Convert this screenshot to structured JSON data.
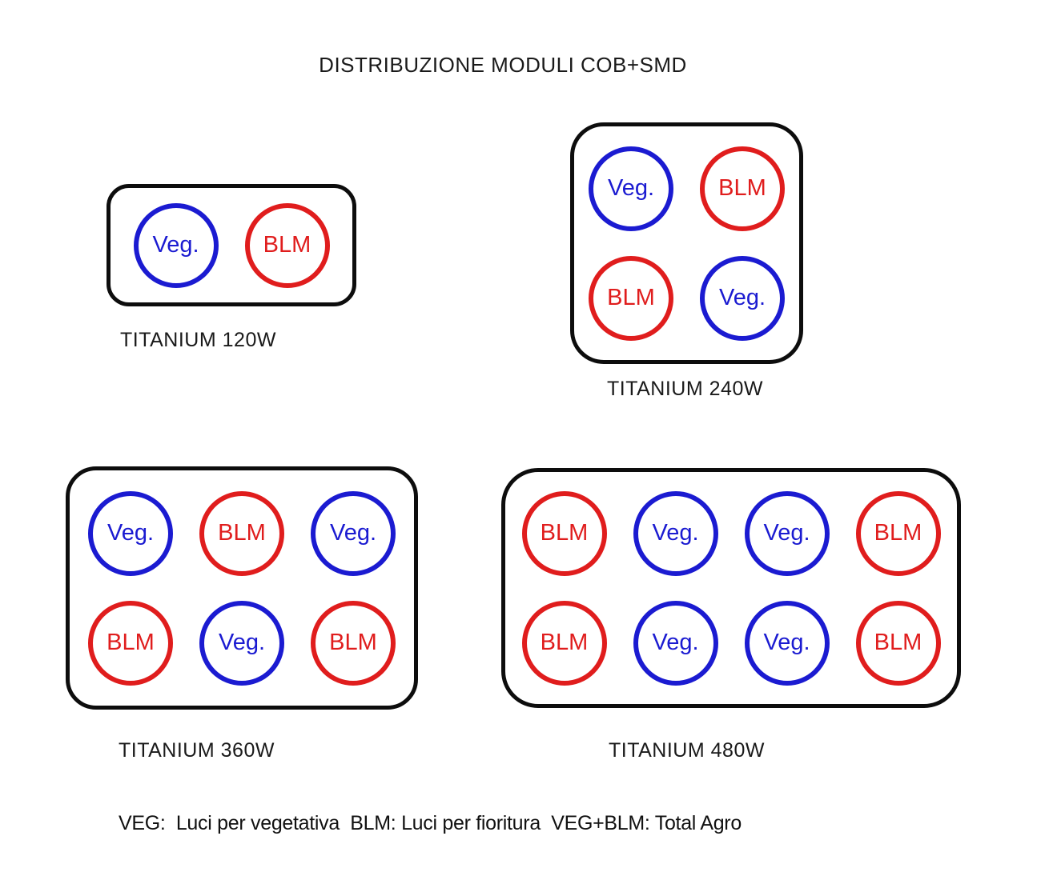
{
  "title": "DISTRIBUZIONE MODULI COB+SMD",
  "types": {
    "veg": {
      "label": "Veg.",
      "color": "#1b1bd1"
    },
    "blm": {
      "label": "BLM",
      "color": "#e01d1d"
    }
  },
  "modules": [
    {
      "id": "120w",
      "label": "TITANIUM 120W",
      "rows": [
        [
          "veg",
          "blm"
        ]
      ]
    },
    {
      "id": "240w",
      "label": "TITANIUM 240W",
      "rows": [
        [
          "veg",
          "blm"
        ],
        [
          "blm",
          "veg"
        ]
      ]
    },
    {
      "id": "360w",
      "label": "TITANIUM 360W",
      "rows": [
        [
          "veg",
          "blm",
          "veg"
        ],
        [
          "blm",
          "veg",
          "blm"
        ]
      ]
    },
    {
      "id": "480w",
      "label": "TITANIUM 480W",
      "rows": [
        [
          "blm",
          "veg",
          "veg",
          "blm"
        ],
        [
          "blm",
          "veg",
          "veg",
          "blm"
        ]
      ]
    }
  ],
  "legend": {
    "text": "VEG:  Luci per vegetativa  BLM: Luci per fioritura  VEG+BLM: Total Agro"
  },
  "colors": {
    "background": "#ffffff",
    "panel_border": "#0d0d0d",
    "veg_blue": "#1b1bd1",
    "blm_red": "#e01d1d",
    "text": "#1a1a1a"
  }
}
